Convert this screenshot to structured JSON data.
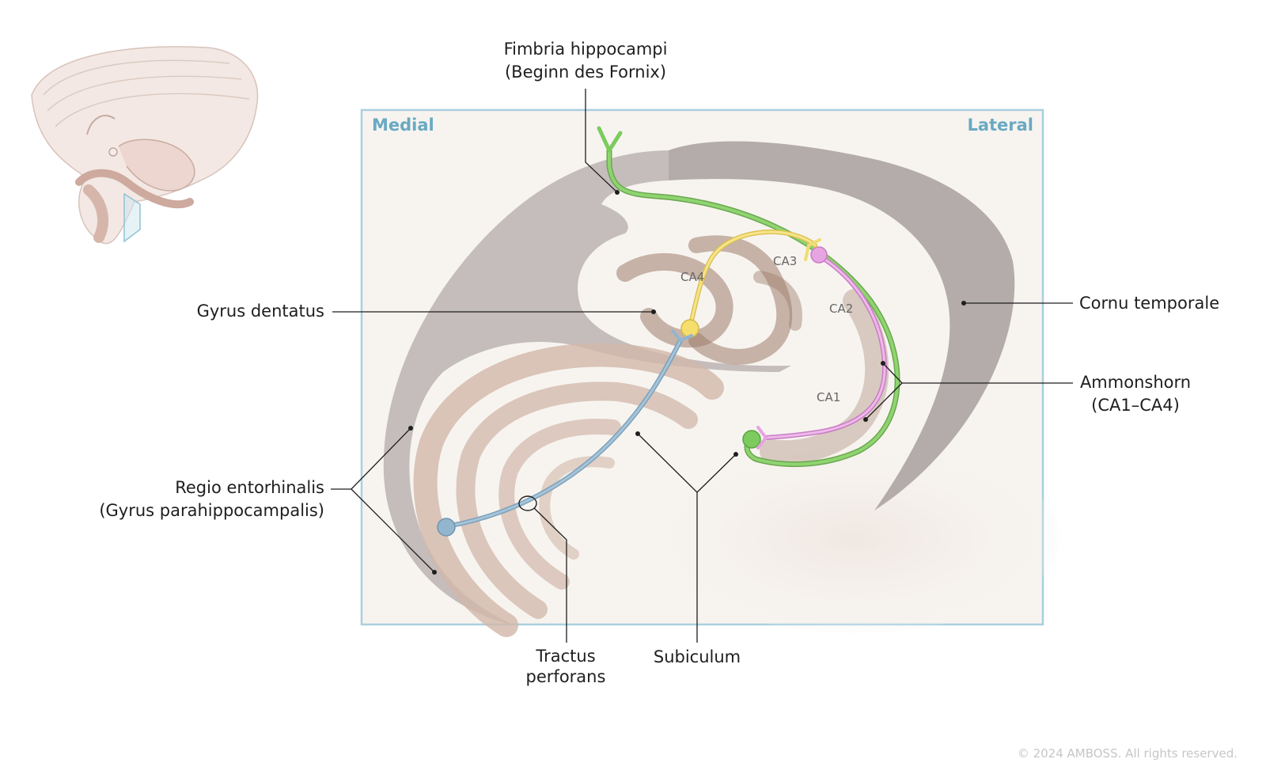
{
  "frame": {
    "medial": "Medial",
    "lateral": "Lateral"
  },
  "labels": {
    "fimbria": [
      "Fimbria hippocampi",
      "(Beginn des Fornix)"
    ],
    "gyrus_dentatus": "Gyrus dentatus",
    "cornu_temporale": "Cornu temporale",
    "ammonshorn": [
      "Ammonshorn",
      "(CA1–CA4)"
    ],
    "regio": [
      "Regio entorhinalis",
      "(Gyrus parahippocampalis)"
    ],
    "tractus": [
      "Tractus",
      "perforans"
    ],
    "subiculum": "Subiculum"
  },
  "subfields": {
    "ca1": "CA1",
    "ca2": "CA2",
    "ca3": "CA3",
    "ca4": "CA4"
  },
  "copyright": "© 2024 AMBOSS. All rights reserved.",
  "colors": {
    "frame": "#a9d0df",
    "panel": "#f7f4f0",
    "ventricle_gray": "#b3acab",
    "green_path": "#7ccb5e",
    "yellow_path": "#f0dc72",
    "pink_path": "#e6a4e0",
    "blue_path": "#93b5cd"
  }
}
